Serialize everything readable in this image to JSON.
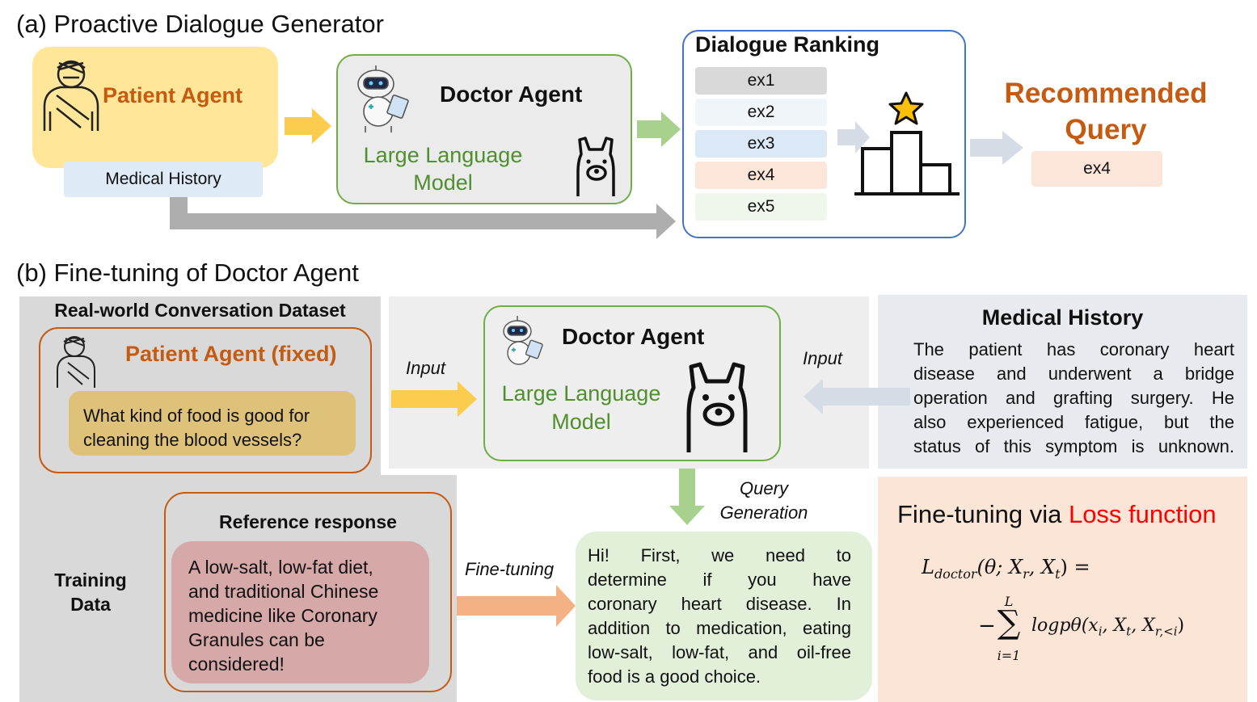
{
  "colors": {
    "orange_text": "#c55a11",
    "green_text": "#4f8f2f",
    "loss_red": "#ff0000",
    "patient_bg": "#ffe699",
    "history_bg": "#deebf7",
    "doctor_bg": "#ebebeb",
    "doctor_border": "#70ad47",
    "ranking_border": "#4472c4",
    "gray_panel": "#d9d9d9",
    "light_gray_panel": "#eeeeee",
    "history_panel": "#e7ebf0",
    "loss_panel": "#fbe5d6",
    "answer_bg": "#e2f0d9",
    "question_bg": "#dfc27a",
    "reference_bg": "#d6a8a8"
  },
  "section_a": {
    "title": "(a) Proactive Dialogue Generator",
    "patient_agent": "Patient Agent",
    "medical_history": "Medical History",
    "doctor_agent": "Doctor Agent",
    "llm_line1": "Large Language",
    "llm_line2": "Model",
    "ranking_title": "Dialogue Ranking",
    "ranking_items": [
      "ex1",
      "ex2",
      "ex3",
      "ex4",
      "ex5"
    ],
    "ranking_colors": [
      "#d9d9d9",
      "#f0f5fa",
      "#dbe8f5",
      "#fce6da",
      "#eff6ec"
    ],
    "recommended_line1": "Recommended",
    "recommended_line2": "Query",
    "recommended_value": "ex4",
    "icons": [
      "patient-icon",
      "robot-doctor-icon",
      "llama-icon",
      "podium-icon",
      "star-icon"
    ]
  },
  "section_b": {
    "title": "(b) Fine-tuning of Doctor Agent",
    "dataset_title": "Real-world Conversation Dataset",
    "patient_fixed": "Patient Agent (fixed)",
    "question": "What kind of food is good for cleaning the blood vessels?",
    "input_left": "Input",
    "input_right": "Input",
    "doctor_agent": "Doctor Agent",
    "llm_line1": "Large Language",
    "llm_line2": "Model",
    "history_title": "Medical History",
    "history_lines": [
      "The patient has coronary heart",
      "disease and underwent a bridge",
      "operation and grafting surgery. He",
      "also experienced fatigue, but the",
      "status of this symptom is unknown."
    ],
    "query_gen_line1": "Query",
    "query_gen_line2": "Generation",
    "training_line1": "Training",
    "training_line2": "Data",
    "reference_title": "Reference response",
    "reference_lines": [
      "A low-salt, low-fat diet,",
      "and traditional Chinese",
      "medicine like Coronary",
      "Granules can be",
      "considered!"
    ],
    "fine_tuning_label": "Fine-tuning",
    "answer_lines": [
      "Hi! First, we need to",
      "determine if you have",
      "coronary heart disease. In",
      "addition to medication, eating",
      "low-salt, low-fat, and oil-free",
      "food is a good choice."
    ],
    "loss_title_prefix": "Fine-tuning via ",
    "loss_title_highlight": "Loss function",
    "formula": {
      "lhs": "L",
      "lhs_sub": "doctor",
      "lhs_args": "(θ; X",
      "xr_sub": "r",
      "xt_sub": "t",
      "equals": ") =",
      "minus": "−",
      "sum": "∑",
      "sum_upper": "L",
      "sum_lower": "i=1",
      "term": "logpθ(x",
      "xi_sub": "i",
      "mid": ", X",
      "end_sub": "r,<i",
      "close": ")"
    }
  }
}
